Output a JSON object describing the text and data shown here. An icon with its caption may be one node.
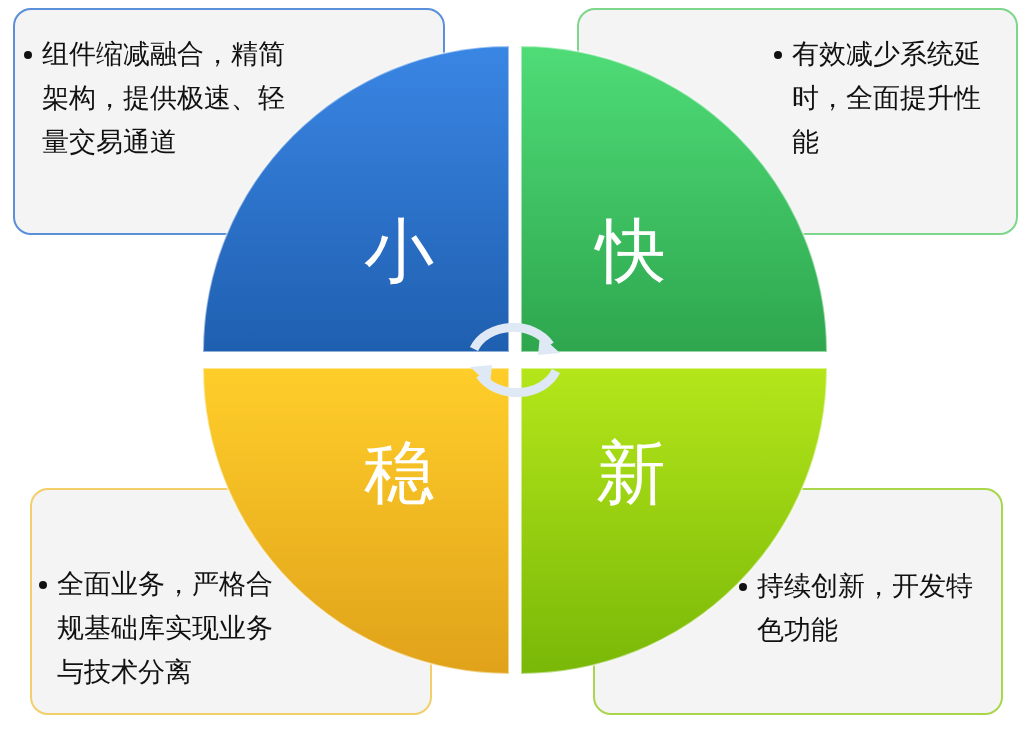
{
  "diagram": {
    "nodes": [
      {
        "text": [
          "组件缩减融合，精简架构，提供极速、轻量交易通道"
        ]
      },
      {
        "text": [
          "有效减少系统延时，全面提升性能"
        ]
      },
      {
        "text": [
          "小"
        ]
      },
      {
        "text": [
          "快"
        ]
      },
      {
        "text": [
          "稳"
        ]
      },
      {
        "text": [
          "新"
        ]
      },
      {
        "text": [
          "全面业务，严格合规基础库实现业务与技术分离"
        ]
      },
      {
        "text": [
          "持续创新，开发特色功能"
        ]
      }
    ]
  }
}
